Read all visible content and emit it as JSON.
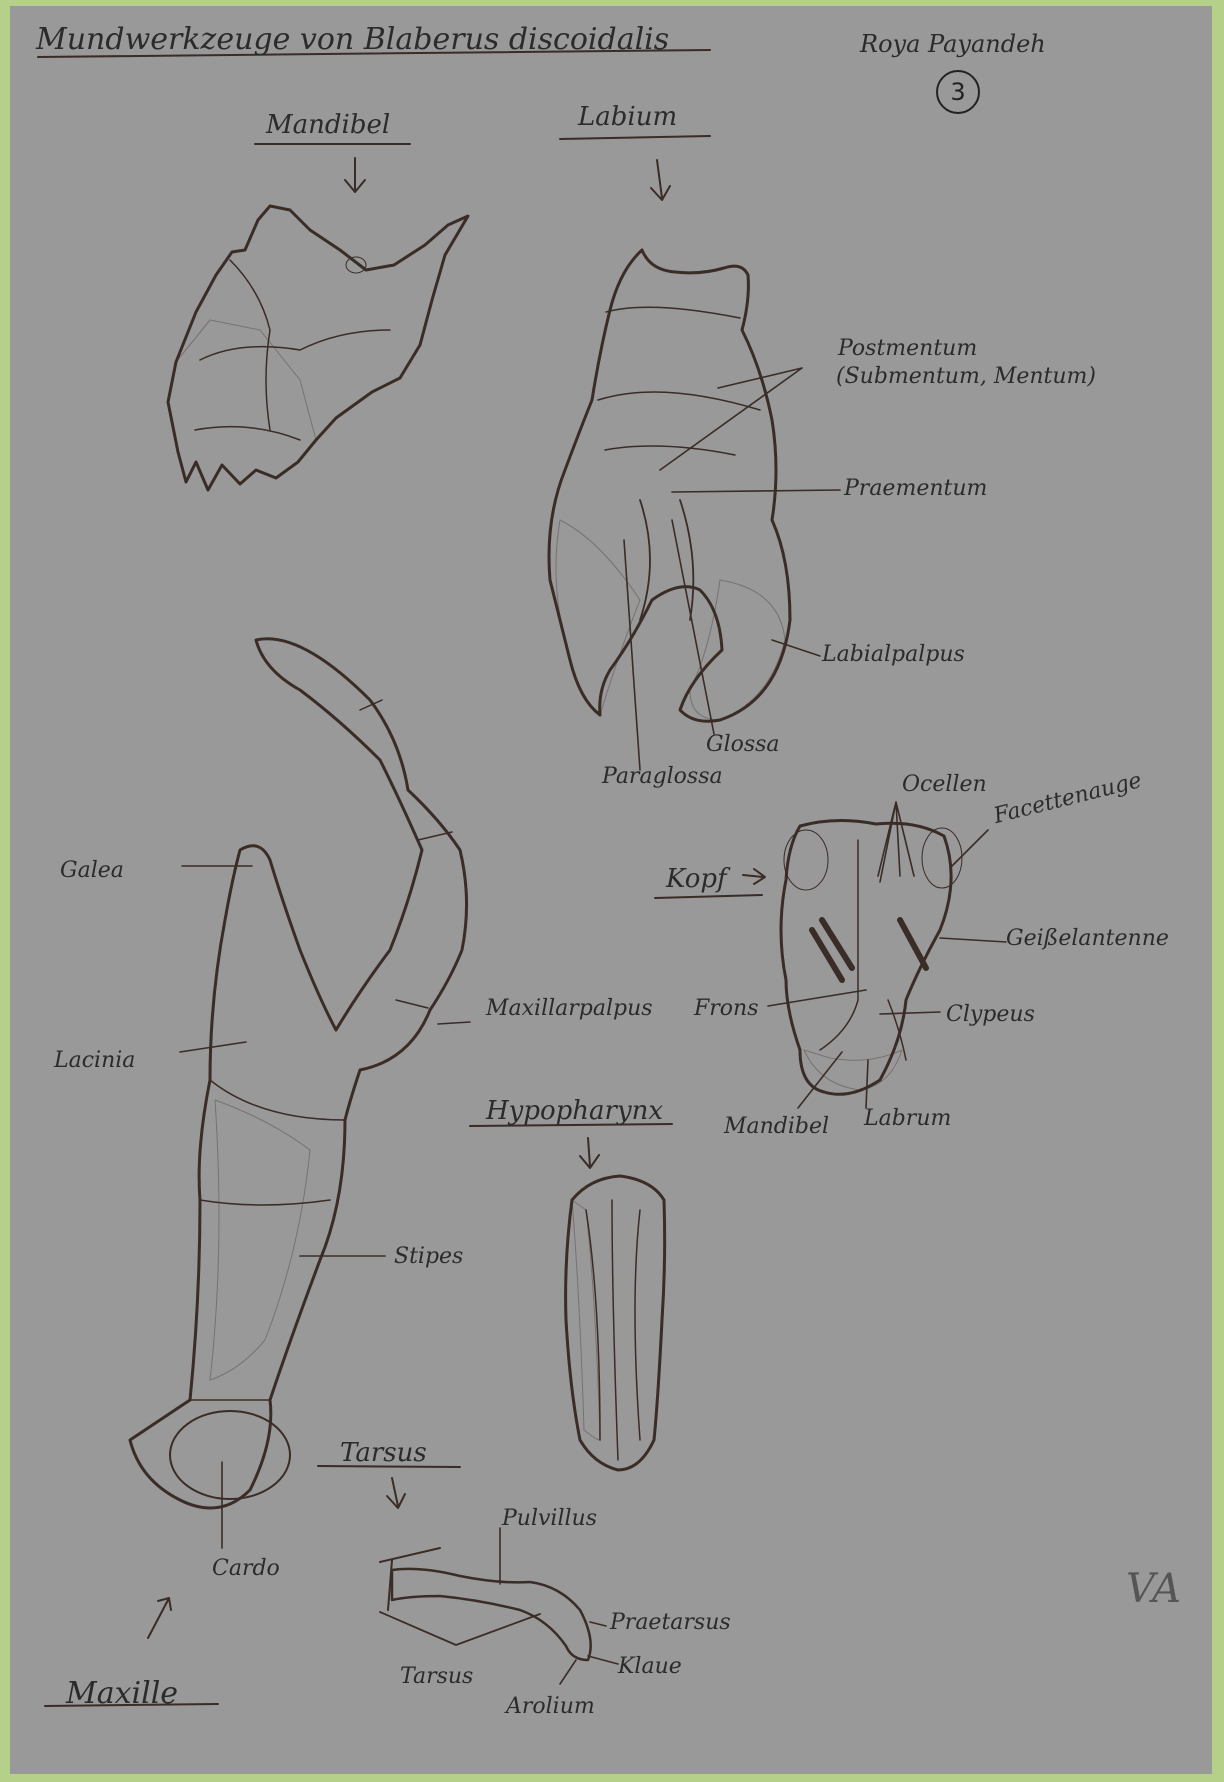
{
  "title": "Mundwerkzeuge von Blaberus discoidalis",
  "author": "Roya Payandeh",
  "page_number": "3",
  "signature": "VA",
  "sections": {
    "mandibel": "Mandibel",
    "labium": "Labium",
    "kopf": "Kopf",
    "hypopharynx": "Hypopharynx",
    "tarsus": "Tarsus",
    "maxille": "Maxille"
  },
  "labels": {
    "postmentum": "Postmentum",
    "postmentum_sub": "(Submentum, Mentum)",
    "praementum": "Praementum",
    "labialpalpus": "Labialpalpus",
    "glossa": "Glossa",
    "paraglossa": "Paraglossa",
    "ocellen": "Ocellen",
    "facettenauge": "Facettenauge",
    "geisselantenne": "Geißelantenne",
    "frons": "Frons",
    "clypeus": "Clypeus",
    "mandibel_kopf": "Mandibel",
    "labrum": "Labrum",
    "galea": "Galea",
    "maxillarpalpus": "Maxillarpalpus",
    "lacinia": "Lacinia",
    "stipes": "Stipes",
    "cardo": "Cardo",
    "pulvillus": "Pulvillus",
    "praetarsus": "Praetarsus",
    "klaue": "Klaue",
    "tarsus_label": "Tarsus",
    "arolium": "Arolium"
  },
  "colors": {
    "background": "#b4d089",
    "paper": "#999999",
    "ink": "#2b2b2b"
  }
}
